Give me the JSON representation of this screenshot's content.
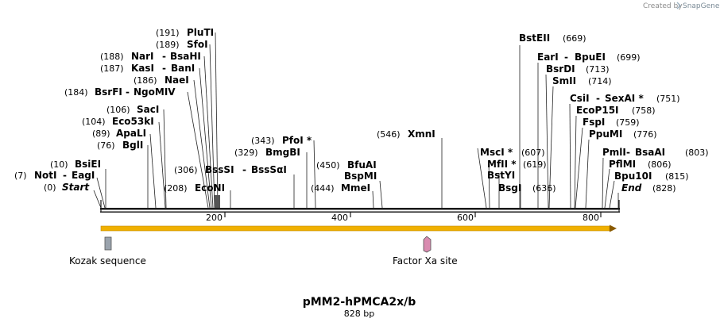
{
  "credit": {
    "prefix": "Created by",
    "product": "SnapGene"
  },
  "map": {
    "title": "pMM2-hPMCA2x/b",
    "length_label": "828 bp",
    "ruler_ticks": [
      "200",
      "400",
      "600",
      "800"
    ],
    "sites": [
      {
        "pos": "(0)",
        "name": "Start",
        "italic": true
      },
      {
        "pos": "(7)",
        "name": "NotI",
        "name2": "EagI"
      },
      {
        "pos": "(10)",
        "name": "BsiEI"
      },
      {
        "pos": "(76)",
        "name": "BglI"
      },
      {
        "pos": "(89)",
        "name": "ApaLI"
      },
      {
        "pos": "(104)",
        "name": "Eco53kI"
      },
      {
        "pos": "(106)",
        "name": "SacI"
      },
      {
        "pos": "(184)",
        "name": "BsrFI",
        "name2": "NgoMIV"
      },
      {
        "pos": "(186)",
        "name": "NaeI"
      },
      {
        "pos": "(187)",
        "name": "KasI",
        "name2": "BanI"
      },
      {
        "pos": "(188)",
        "name": "NarI",
        "name2": "BsaHI"
      },
      {
        "pos": "(189)",
        "name": "SfoI"
      },
      {
        "pos": "(191)",
        "name": "PluTI"
      },
      {
        "pos": "(306)",
        "name": "BssSI",
        "name2": "BssSαI"
      },
      {
        "pos": "(208)",
        "name": "EcoNI"
      },
      {
        "pos": "(329)",
        "name": "BmgBI"
      },
      {
        "pos": "(343)",
        "name": "PfoI *"
      },
      {
        "pos": "(450)",
        "name": "BfuAI"
      },
      {
        "pos": "",
        "name": "BspMI"
      },
      {
        "pos": "(444)",
        "name": "MmeI"
      },
      {
        "pos": "(546)",
        "name": "XmnI"
      },
      {
        "pos": "(607)",
        "name": "MscI *"
      },
      {
        "pos": "(619)",
        "name": "MfII *"
      },
      {
        "pos": "",
        "name": "BstYI"
      },
      {
        "pos": "(636)",
        "name": "BsgI"
      },
      {
        "pos": "(669)",
        "name": "BstEII"
      },
      {
        "pos": "(699)",
        "name": "EarI",
        "name2": "BpuEI"
      },
      {
        "pos": "(713)",
        "name": "BsrDI"
      },
      {
        "pos": "(714)",
        "name": "SmII"
      },
      {
        "pos": "(751)",
        "name": "CsiI",
        "name2": "SexAI *"
      },
      {
        "pos": "(758)",
        "name": "EcoP15I"
      },
      {
        "pos": "(759)",
        "name": "FspI"
      },
      {
        "pos": "(776)",
        "name": "PpuMI"
      },
      {
        "pos": "(803)",
        "name": "PmlI",
        "name2": "BsaAI"
      },
      {
        "pos": "(806)",
        "name": "PflMI"
      },
      {
        "pos": "(815)",
        "name": "Bpu10I"
      },
      {
        "pos": "(828)",
        "name": "End",
        "italic": true
      }
    ],
    "features": [
      {
        "label": "Kozak sequence"
      },
      {
        "label": "Factor Xa site"
      }
    ],
    "colors": {
      "orf_arrow": "#f0b000",
      "orf_outline": "#c08a00",
      "kozak": "#9aa3ad",
      "factor_xa": "#d98bb0",
      "backbone": "#1a1a1a"
    }
  }
}
